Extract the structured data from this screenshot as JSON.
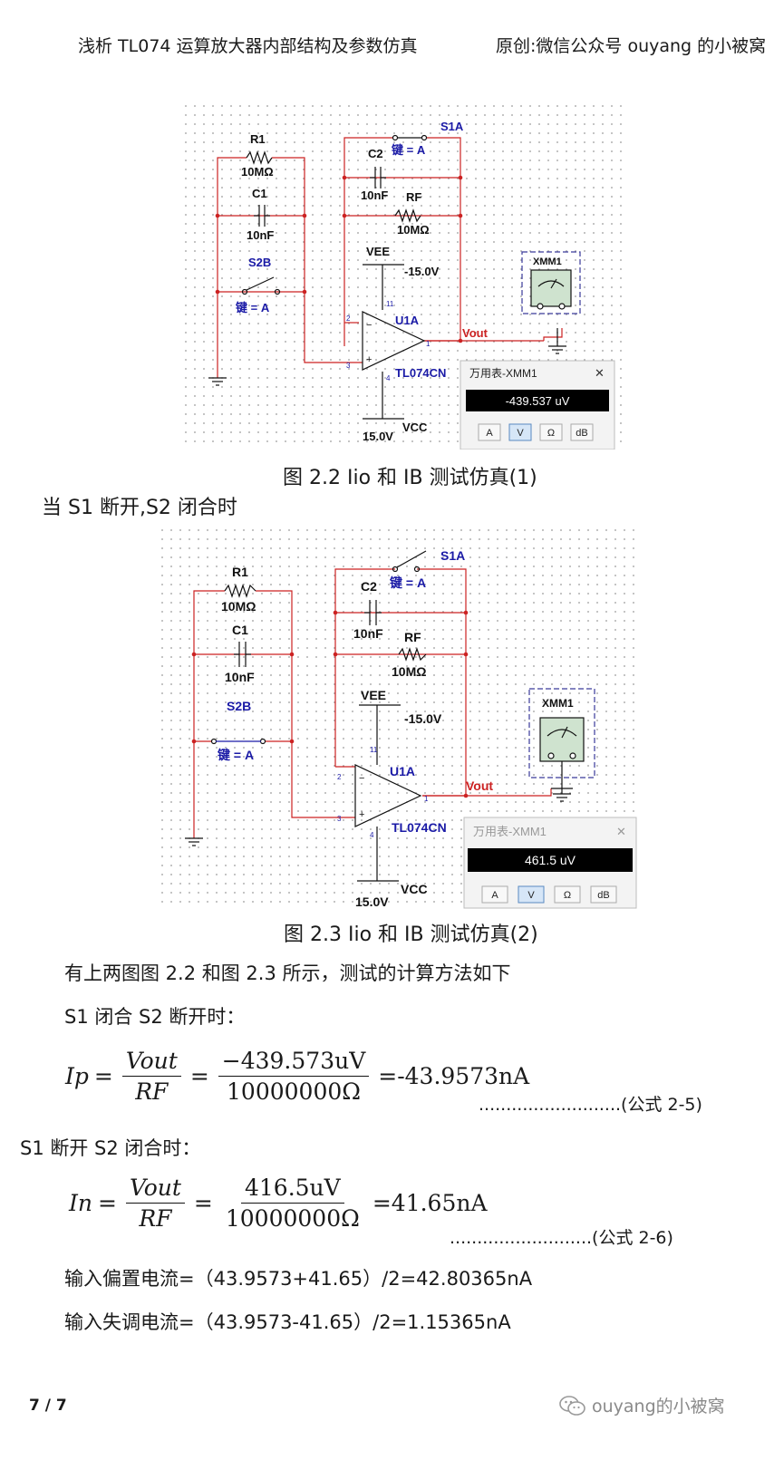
{
  "header": {
    "left": "浅析 TL074 运算放大器内部结构及参数仿真",
    "right": "原创:微信公众号 ouyang 的小被窝"
  },
  "circuit": {
    "r1": "R1",
    "r1_val": "10MΩ",
    "c1": "C1",
    "c1_val": "10nF",
    "s2b": "S2B",
    "key": "键 = A",
    "c2": "C2",
    "c2_val": "10nF",
    "rf": "RF",
    "rf_val": "10MΩ",
    "s1a": "S1A",
    "vee": "VEE",
    "vee_val": "-15.0V",
    "u1a": "U1A",
    "opamp": "TL074CN",
    "vcc": "VCC",
    "vcc_val": "15.0V",
    "vout": "Vout",
    "xmm": "XMM1",
    "pin_minus": "−",
    "pin_plus": "+",
    "pin1": "1",
    "pin2": "2",
    "pin3": "3",
    "pin4": "4",
    "pin11": "11"
  },
  "meter": {
    "title": "万用表-XMM1",
    "btn_a": "A",
    "btn_v": "V",
    "btn_ohm": "Ω",
    "btn_db": "dB",
    "close": "✕"
  },
  "figure1": {
    "reading": "-439.537 uV",
    "caption": "图 2.2 Iio 和 IB 测试仿真(1)"
  },
  "intro2": "当 S1 断开,S2 闭合时",
  "figure2": {
    "reading": "461.5 uV",
    "caption": "图 2.3 Iio 和 IB 测试仿真(2)"
  },
  "text": {
    "p1": "有上两图图 2.2 和图 2.3 所示，测试的计算方法如下",
    "p2": "S1 闭合 S2 断开时：",
    "p3": "S1 断开 S2 闭合时：",
    "p4": "输入偏置电流=（43.9573+41.65）/2=42.80365nA",
    "p5": "输入失调电流=（43.9573-41.65）/2=1.15365nA"
  },
  "eq1": {
    "lhs": "Ip",
    "eq": "=",
    "num1": "Vout",
    "den1": "RF",
    "num2": "−439.573uV",
    "den2": "10000000Ω",
    "result": "=-43.9573nA",
    "tag": "..........................(公式 2-5)"
  },
  "eq2": {
    "lhs": "In",
    "eq": "=",
    "num1": "Vout",
    "den1": "RF",
    "num2": "416.5uV",
    "den2": "10000000Ω",
    "result": "=41.65nA",
    "tag": "..........................(公式 2-6)"
  },
  "footer": {
    "page": "7 / 7",
    "watermark": "ouyang的小被窝",
    "wm_icon": "wechat-icon"
  },
  "colors": {
    "wire": "#cc2222",
    "label_blue": "#1a1aa6",
    "meter_border": "#3a3a9a"
  }
}
